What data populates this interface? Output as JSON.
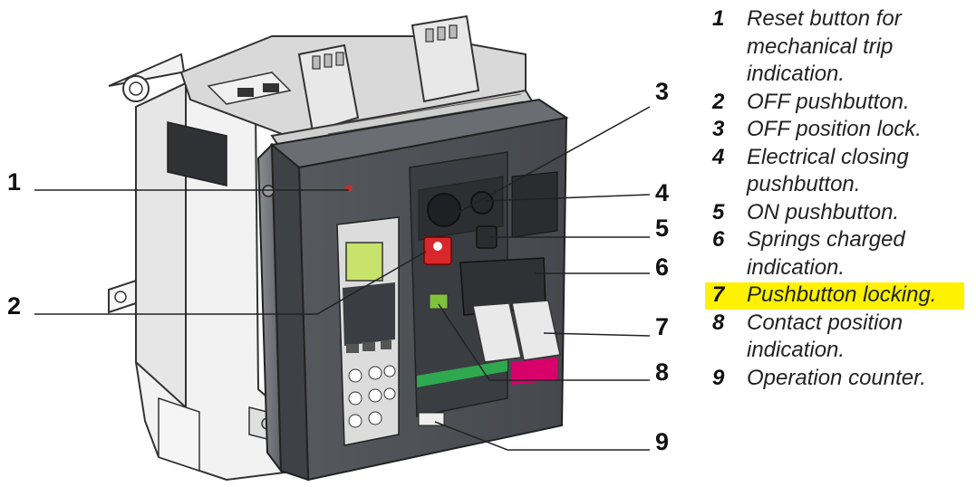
{
  "callouts": [
    "1",
    "2",
    "3",
    "4",
    "5",
    "6",
    "7",
    "8",
    "9"
  ],
  "legend": [
    {
      "num": "1",
      "text": "Reset button for mechanical trip indication."
    },
    {
      "num": "2",
      "text": "OFF pushbutton."
    },
    {
      "num": "3",
      "text": "OFF position lock."
    },
    {
      "num": "4",
      "text": "Electrical closing pushbutton."
    },
    {
      "num": "5",
      "text": "ON pushbutton."
    },
    {
      "num": "6",
      "text": "Springs charged indication."
    },
    {
      "num": "7",
      "text": "Pushbutton locking."
    },
    {
      "num": "8",
      "text": "Contact position indication."
    },
    {
      "num": "9",
      "text": "Operation counter."
    }
  ],
  "highlight_item": "7",
  "colors": {
    "highlight": "#fff200",
    "housing": "#4a4d52",
    "off_button": "#d8282b",
    "indicator_green": "#7fc23c",
    "stripe_green": "#2fa84f"
  }
}
